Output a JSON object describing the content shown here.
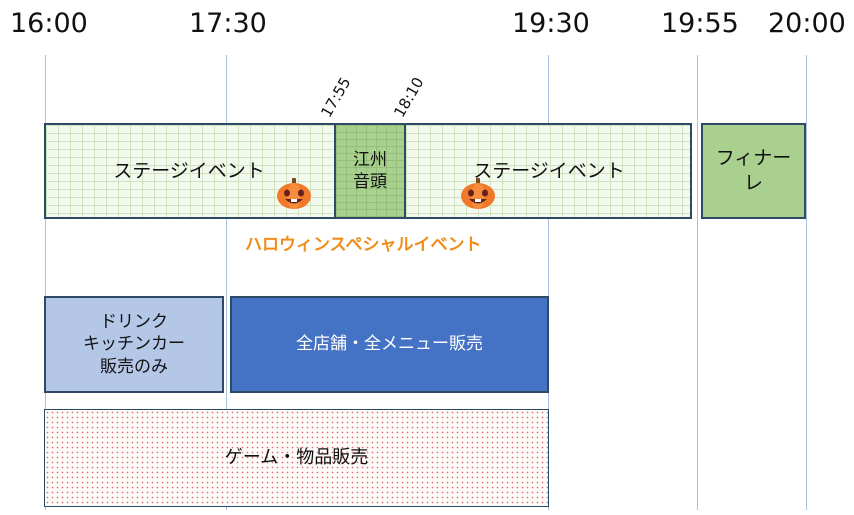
{
  "header": {
    "times": [
      "16:00",
      "17:30",
      "19:30",
      "19:55",
      "20:00"
    ],
    "sub_times": [
      "17:55",
      "18:10"
    ]
  },
  "row1": {
    "stage_left": "ステージイベント",
    "kosu_line1": "江州",
    "kosu_line2": "音頭",
    "stage_right": "ステージイベント",
    "finale_line1": "フィナー",
    "finale_line2": "レ"
  },
  "halloween_label": "ハロウィンスペシャルイベント",
  "row2": {
    "drink_line1": "ドリンク",
    "drink_line2": "キッチンカー",
    "drink_line3": "販売のみ",
    "allshop": "全店舗・全メニュー販売"
  },
  "row3": {
    "games": "ゲーム・物品販売"
  },
  "colors": {
    "stage_border": "#2e4b66",
    "finale": "#a9d08e",
    "drink": "#b4c7e7",
    "allshop": "#4472c4",
    "halloween": "#f08c1a",
    "pumpkin": "#f07a2a"
  }
}
